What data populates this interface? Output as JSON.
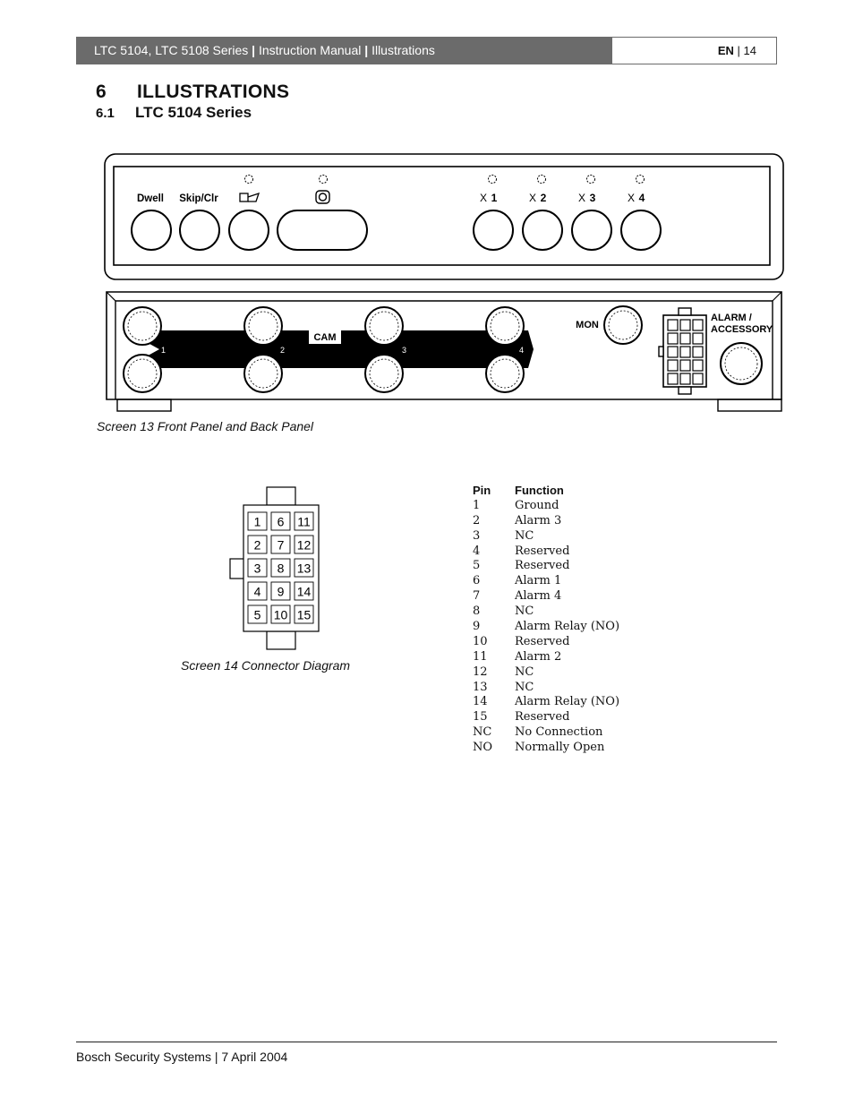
{
  "header": {
    "title_prefix": "LTC 5104, LTC 5108 Series",
    "sep1": "|",
    "title_mid": "Instruction Manual",
    "sep2": "|",
    "title_section": "Illustrations",
    "lang": "EN",
    "sep3": "|",
    "page": "14"
  },
  "section": {
    "number": "6",
    "title": "ILLUSTRATIONS"
  },
  "subsection": {
    "number": "6.1",
    "title": "LTC 5104 Series"
  },
  "front_panel": {
    "buttons": {
      "dwell": "Dwell",
      "skip": "Skip/Clr",
      "x1": "X",
      "x2": "X",
      "x3": "X",
      "x4": "X"
    },
    "numbers": [
      "1",
      "2",
      "3",
      "4"
    ]
  },
  "back_panel": {
    "cam": "CAM",
    "mon": "MON",
    "alarm": "ALARM /",
    "accessory": "ACCESSORY",
    "cam_numbers": [
      "1",
      "2",
      "3",
      "4"
    ]
  },
  "caption_panels": "Screen 13  Front Panel and Back Panel",
  "connector": {
    "pins": [
      "1",
      "6",
      "11",
      "2",
      "7",
      "12",
      "3",
      "8",
      "13",
      "4",
      "9",
      "14",
      "5",
      "10",
      "15"
    ]
  },
  "caption_connector": "Screen 14  Connector Diagram",
  "pin_table": {
    "header": {
      "pin": "Pin",
      "function": "Function"
    },
    "rows": [
      {
        "pin": "1",
        "function": "Ground"
      },
      {
        "pin": "2",
        "function": "Alarm 3"
      },
      {
        "pin": "3",
        "function": "NC"
      },
      {
        "pin": "4",
        "function": "Reserved"
      },
      {
        "pin": "5",
        "function": "Reserved"
      },
      {
        "pin": "6",
        "function": "Alarm 1"
      },
      {
        "pin": "7",
        "function": "Alarm 4"
      },
      {
        "pin": "8",
        "function": "NC"
      },
      {
        "pin": "9",
        "function": "Alarm Relay (NO)"
      },
      {
        "pin": "10",
        "function": "Reserved"
      },
      {
        "pin": "11",
        "function": "Alarm 2"
      },
      {
        "pin": "12",
        "function": "NC"
      },
      {
        "pin": "13",
        "function": "NC"
      },
      {
        "pin": "14",
        "function": "Alarm Relay (NO)"
      },
      {
        "pin": "15",
        "function": "Reserved"
      },
      {
        "pin": "NC",
        "function": "No Connection"
      },
      {
        "pin": "NO",
        "function": "Normally Open"
      }
    ]
  },
  "footer": {
    "text": "Bosch Security Systems | 7 April 2004"
  }
}
